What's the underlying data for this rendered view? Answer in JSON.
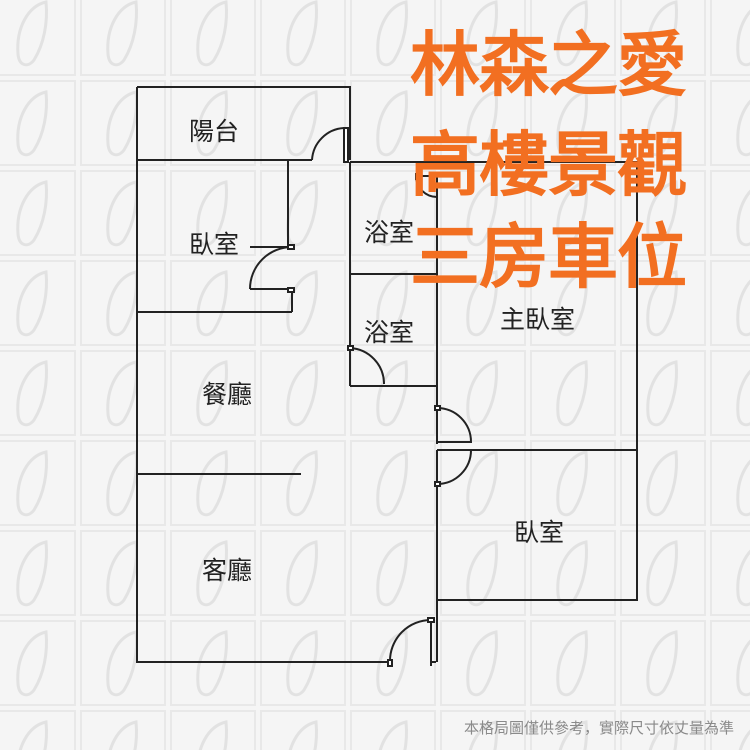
{
  "title": {
    "line1": "林森之愛",
    "line2": "高樓景觀",
    "line3": "三房車位"
  },
  "rooms": {
    "balcony": "陽台",
    "bedroom_left": "臥室",
    "bath_upper": "浴室",
    "bath_lower": "浴室",
    "master_bedroom": "主臥室",
    "dining": "餐廳",
    "bedroom_right": "臥室",
    "living": "客廳"
  },
  "footnote": "本格局圖僅供參考，實際尺寸依丈量為準",
  "colors": {
    "title": "#f26f21",
    "walls": "#222222",
    "background": "#f5f5f5",
    "grid": "#e7e7e7"
  }
}
